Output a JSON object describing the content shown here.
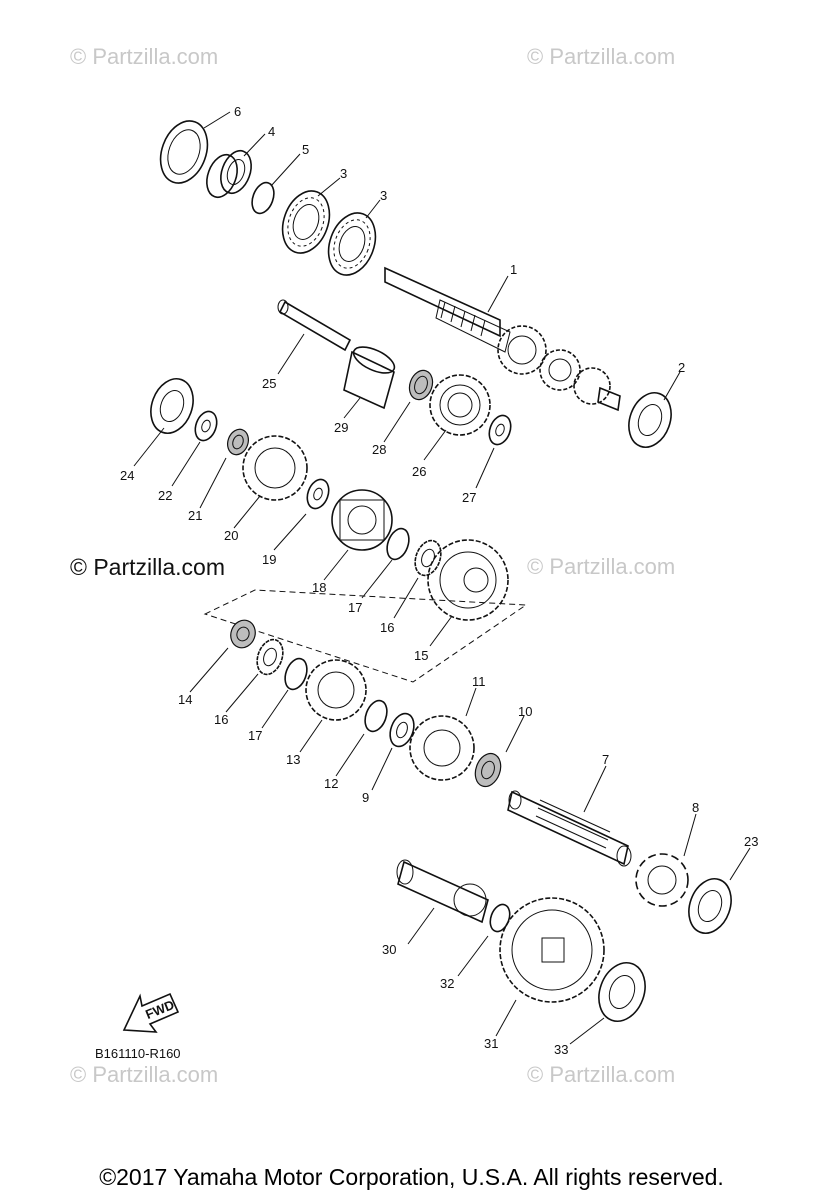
{
  "watermarks": {
    "text": "© Partzilla.com"
  },
  "diagram": {
    "reference_code": "B161110-R160",
    "fwd_label": "FWD",
    "callouts": [
      "1",
      "2",
      "3",
      "3",
      "4",
      "5",
      "6",
      "7",
      "8",
      "9",
      "10",
      "11",
      "12",
      "13",
      "14",
      "15",
      "16",
      "16",
      "17",
      "17",
      "18",
      "19",
      "20",
      "21",
      "22",
      "23",
      "24",
      "25",
      "26",
      "27",
      "28",
      "29",
      "30",
      "31",
      "32",
      "33"
    ]
  },
  "footer": {
    "copyright": "©2017  Yamaha Motor Corporation, U.S.A. All rights reserved."
  }
}
